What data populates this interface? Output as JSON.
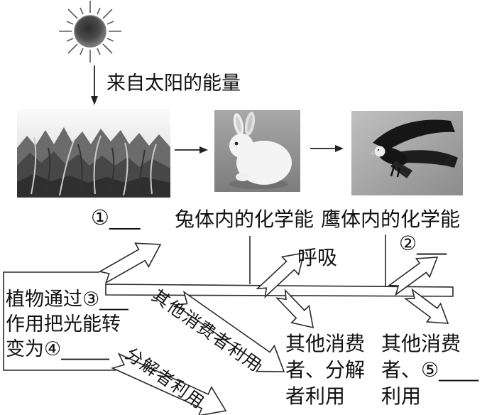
{
  "colors": {
    "background": "#ffffff",
    "line": "#2a2a2a",
    "text": "#111111",
    "photo_gray": "#9a9a9a",
    "silhouette_dark": "#1a1a1a"
  },
  "sun": {
    "label": "来自太阳的能量"
  },
  "images": {
    "producer": "grass",
    "primary_consumer": "white-rabbit",
    "secondary_consumer": "eagle"
  },
  "labels": {
    "blank1": "①___",
    "rabbit_energy": "兔体内的化学能",
    "eagle_energy": "鹰体内的化学能",
    "respiration": "呼吸",
    "blank2": "②___"
  },
  "box": {
    "line1": "植物通过③___",
    "line2": "作用把光能转",
    "line3": "变为④_____"
  },
  "flow_labels": {
    "other_consumers": "其他消费者利用",
    "decomposers": "分解者利用"
  },
  "blocks": {
    "rabbit_losses": [
      "其他消费",
      "者、分解",
      "者利用"
    ],
    "eagle_losses": [
      "其他消费",
      "者、⑤____",
      "利用"
    ]
  }
}
